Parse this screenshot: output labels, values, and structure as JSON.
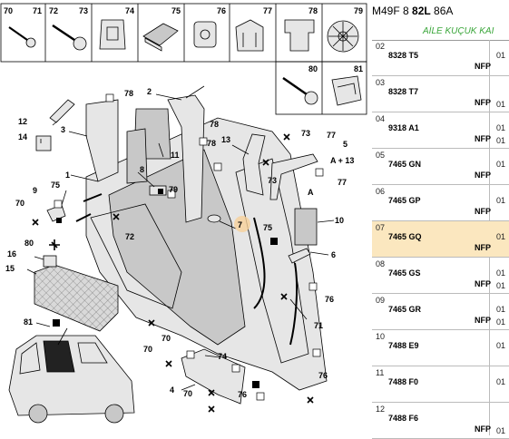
{
  "header": {
    "code_prefix": "M49F 8 ",
    "code_bold": "82L",
    "code_suffix": " 86A",
    "subtitle": "AİLE KUÇUK KAI"
  },
  "parts": [
    {
      "num": "02",
      "ref": "8328 T5",
      "tag": "NFP",
      "qty": "01",
      "qty2": "",
      "selected": false
    },
    {
      "num": "03",
      "ref": "8328 T7",
      "tag": "NFP",
      "qty": "",
      "qty2": "01",
      "selected": false
    },
    {
      "num": "04",
      "ref": "9318 A1",
      "tag": "NFP",
      "qty": "01",
      "qty2": "01",
      "selected": false
    },
    {
      "num": "05",
      "ref": "7465 GN",
      "tag": "NFP",
      "qty": "01",
      "qty2": "",
      "selected": false
    },
    {
      "num": "06",
      "ref": "7465 GP",
      "tag": "NFP",
      "qty": "01",
      "qty2": "",
      "selected": false
    },
    {
      "num": "07",
      "ref": "7465 GQ",
      "tag": "NFP",
      "qty": "01",
      "qty2": "",
      "selected": true
    },
    {
      "num": "08",
      "ref": "7465 GS",
      "tag": "NFP",
      "qty": "01",
      "qty2": "01",
      "selected": false
    },
    {
      "num": "09",
      "ref": "7465 GR",
      "tag": "NFP",
      "qty": "01",
      "qty2": "01",
      "selected": false
    },
    {
      "num": "10",
      "ref": "7488 E9",
      "tag": "",
      "qty": "01",
      "qty2": "",
      "selected": false
    },
    {
      "num": "11",
      "ref": "7488 F0",
      "tag": "",
      "qty": "01",
      "qty2": "",
      "selected": false
    },
    {
      "num": "12",
      "ref": "7488 F6",
      "tag": "NFP",
      "qty": "",
      "qty2": "01",
      "selected": false
    }
  ],
  "diagram": {
    "thumb_labels": [
      "70",
      "71",
      "72",
      "73",
      "74",
      "75",
      "76",
      "77",
      "78",
      "79",
      "80",
      "81"
    ],
    "callouts": {
      "c1": "1",
      "c2": "2",
      "c3": "3",
      "c4": "4",
      "c5": "5",
      "c5b": "A + 13",
      "c6": "6",
      "c7": "7",
      "c8": "8",
      "c9": "9",
      "c10": "10",
      "c11": "11",
      "c12": "12",
      "c13": "13",
      "c14": "14",
      "c15": "15",
      "c16": "16",
      "c70a": "70",
      "c70b": "70",
      "c70c": "70",
      "c70d": "70",
      "c71": "71",
      "c72": "72",
      "c73a": "73",
      "c73b": "73",
      "c74": "74",
      "c75a": "75",
      "c75b": "75",
      "c76a": "76",
      "c76b": "76",
      "c76c": "76",
      "c77a": "77",
      "c77b": "77",
      "c78a": "78",
      "c78b": "78",
      "c78c": "78",
      "c79": "79",
      "c80": "80",
      "c81": "81",
      "cA": "A"
    }
  }
}
